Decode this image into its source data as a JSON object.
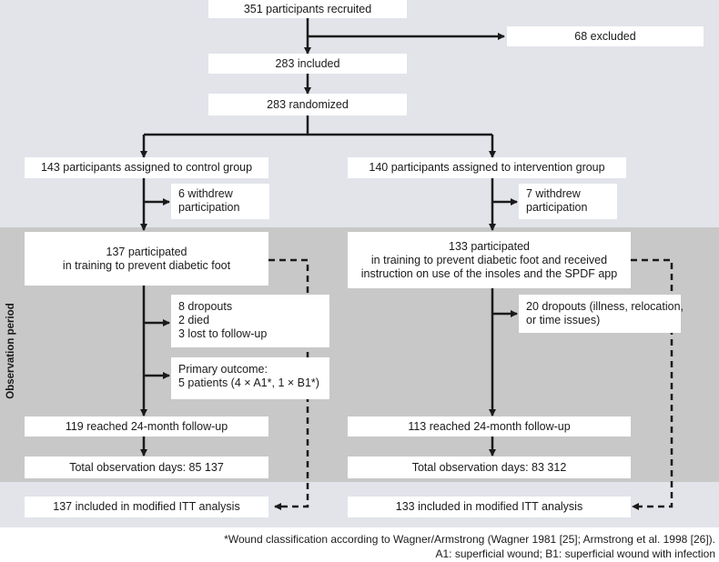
{
  "colors": {
    "top_band": "#e2e4ea",
    "observation_band": "#c8c8c8",
    "bottom_band": "#e2e4ea",
    "arrow": "#1a1a1a"
  },
  "recruited": "351 participants recruited",
  "excluded": "68 excluded",
  "included": "283 included",
  "randomized": "283 randomized",
  "control": {
    "assigned": "143 participants assigned to control group",
    "withdrew": [
      "6 withdrew",
      "participation"
    ],
    "participated": [
      "137 participated",
      "in training to prevent diabetic foot"
    ],
    "dropouts": [
      "8 dropouts",
      "2 died",
      "3 lost to follow-up"
    ],
    "primary_outcome": [
      "Primary outcome:",
      "5 patients (4 × A1*, 1 × B1*)"
    ],
    "followup": "119 reached 24-month follow-up",
    "observation_days": "Total observation days: 85 137",
    "itt": "137 included in modified ITT analysis"
  },
  "intervention": {
    "assigned": "140 participants assigned to intervention group",
    "withdrew": [
      "7 withdrew",
      "participation"
    ],
    "participated": [
      "133 participated",
      "in training to prevent diabetic foot and received",
      "instruction on use of the insoles and the SPDF app"
    ],
    "dropouts": [
      "20 dropouts (illness, relocation,",
      "or time issues)"
    ],
    "followup": "113 reached 24-month follow-up",
    "observation_days": "Total observation days: 83 312",
    "itt": "133 included in modified ITT analysis"
  },
  "side_label": "Observation period",
  "footnote": [
    "*Wound classification according to Wagner/Armstrong (Wagner 1981 [25]; Armstrong et al. 1998 [26]).",
    "A1: superficial wound; B1: superficial wound with infection"
  ]
}
